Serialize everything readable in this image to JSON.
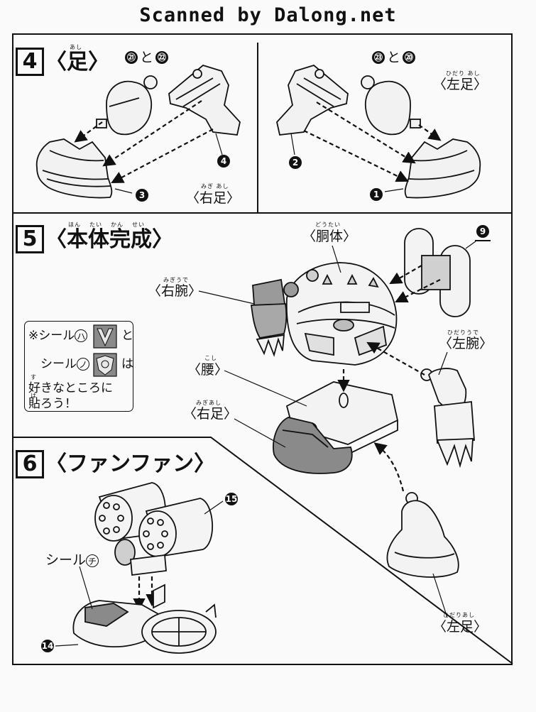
{
  "header": {
    "scan_credit": "Scanned by Dalong.net"
  },
  "step4": {
    "number": "4",
    "title": "〈足〉",
    "title_ruby": "あし",
    "left_parts": [
      "㉑",
      "と",
      "㉒"
    ],
    "right_parts": [
      "㉓",
      "と",
      "⑳"
    ],
    "right_leg_label": "〈右足〉",
    "right_leg_ruby": "みぎ あし",
    "left_leg_label": "〈左足〉",
    "left_leg_ruby": "ひだり あし",
    "part_3": "3",
    "part_4": "4",
    "part_2": "2",
    "part_1": "1"
  },
  "step5": {
    "number": "5",
    "title": "〈本体完成〉",
    "title_ruby": [
      "ほん",
      "たい",
      "かん",
      "せい"
    ],
    "torso_label": "〈胴体〉",
    "torso_ruby": "どうたい",
    "right_arm_label": "〈右腕〉",
    "right_arm_ruby": "みぎうで",
    "left_arm_label": "〈左腕〉",
    "left_arm_ruby": "ひだりうで",
    "waist_label": "〈腰〉",
    "waist_ruby": "こし",
    "right_leg_label": "〈右足〉",
    "right_leg_ruby": "みぎあし",
    "left_leg_label": "〈左足〉",
    "left_leg_ruby": "ひだりあし",
    "part_9": "9",
    "sticker_note": {
      "line1_prefix": "※シール",
      "sticker_a": "ハ",
      "line1_suffix": "と",
      "line2_prefix": "シール",
      "sticker_b": "ノ",
      "line2_suffix": "は",
      "line3": "好きなところに",
      "line3_ruby": "す",
      "line4": "貼ろう！",
      "line4_ruby": "は"
    }
  },
  "step6": {
    "number": "6",
    "title": "〈ファンファン〉",
    "sticker_label_prefix": "シール",
    "sticker_label_mark": "チ",
    "part_15": "15",
    "part_14": "14"
  },
  "colors": {
    "ink": "#111111",
    "paper": "#fafafa",
    "shade": "#8a8a8a"
  },
  "icons": {
    "leg_piece": "foot-shoe-part-icon",
    "knee_piece": "knee-ball-joint-part-icon",
    "frame_piece": "connector-frame-part-icon",
    "torso": "dome-torso-icon",
    "arm": "claw-arm-icon",
    "fan_fan": "hover-vehicle-icon"
  }
}
